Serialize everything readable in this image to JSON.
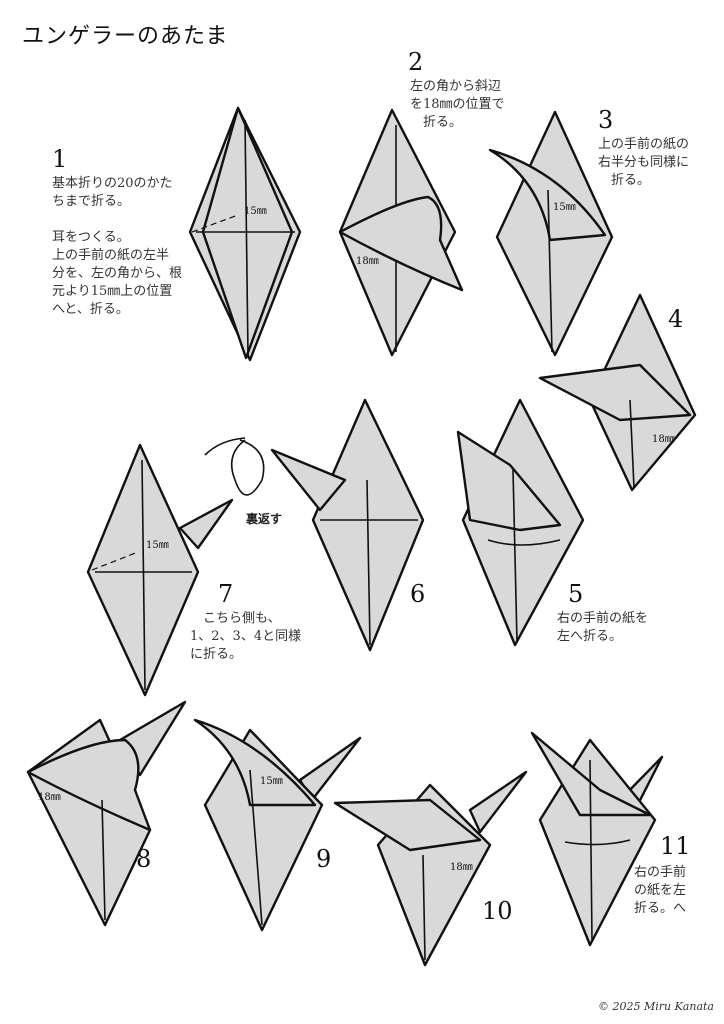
{
  "title": "ユンゲラーのあたま",
  "steps": [
    {
      "number": "1",
      "text": "基本折りの20のかた\nちまで折る。\n\n耳をつくる。\n上の手前の紙の左半\n分を、左の角から、根\n元より15㎜上の位置\nへと、折る。",
      "measure": "15㎜"
    },
    {
      "number": "2",
      "text": "左の角から斜辺\nを18㎜の位置で\n　折る。",
      "measure": "18㎜"
    },
    {
      "number": "3",
      "text": "上の手前の紙の\n右半分も同様に\n　折る。",
      "measure": "15㎜"
    },
    {
      "number": "4",
      "text": "",
      "measure": "18㎜"
    },
    {
      "number": "5",
      "text": "右の手前の紙を\n左へ折る。"
    },
    {
      "number": "6",
      "text": "",
      "flip_label": "裏返す"
    },
    {
      "number": "7",
      "text": "　こちら側も、\n1、2、3、4と同様\nに折る。",
      "measure": "15㎜"
    },
    {
      "number": "8",
      "text": "",
      "measure": "18㎜"
    },
    {
      "number": "9",
      "text": "",
      "measure": "15㎜"
    },
    {
      "number": "10",
      "text": "",
      "measure": "18㎜"
    },
    {
      "number": "11",
      "text": "右の手前\nの紙を左\n折る。へ"
    }
  ],
  "copyright": "© 2025 Miru Kanata"
}
